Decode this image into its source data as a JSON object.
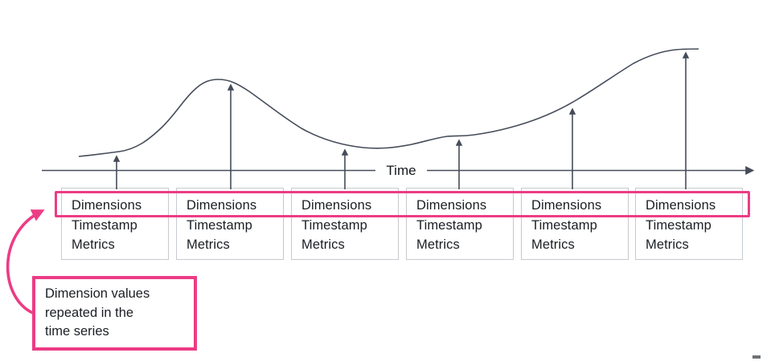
{
  "colors": {
    "accent_pink": "#EC3C85",
    "diagram_stroke": "#454C59",
    "box_border": "#C6C9CE",
    "text": "#1B1E23"
  },
  "axis": {
    "label": "Time"
  },
  "records": [
    {
      "dimensions": "Dimensions",
      "timestamp": "Timestamp",
      "metrics": "Metrics"
    },
    {
      "dimensions": "Dimensions",
      "timestamp": "Timestamp",
      "metrics": "Metrics"
    },
    {
      "dimensions": "Dimensions",
      "timestamp": "Timestamp",
      "metrics": "Metrics"
    },
    {
      "dimensions": "Dimensions",
      "timestamp": "Timestamp",
      "metrics": "Metrics"
    },
    {
      "dimensions": "Dimensions",
      "timestamp": "Timestamp",
      "metrics": "Metrics"
    },
    {
      "dimensions": "Dimensions",
      "timestamp": "Timestamp",
      "metrics": "Metrics"
    }
  ],
  "callout": {
    "text": "Dimension values repeated in the time series",
    "lines": [
      "Dimension values",
      "repeated in the",
      "time series"
    ]
  }
}
